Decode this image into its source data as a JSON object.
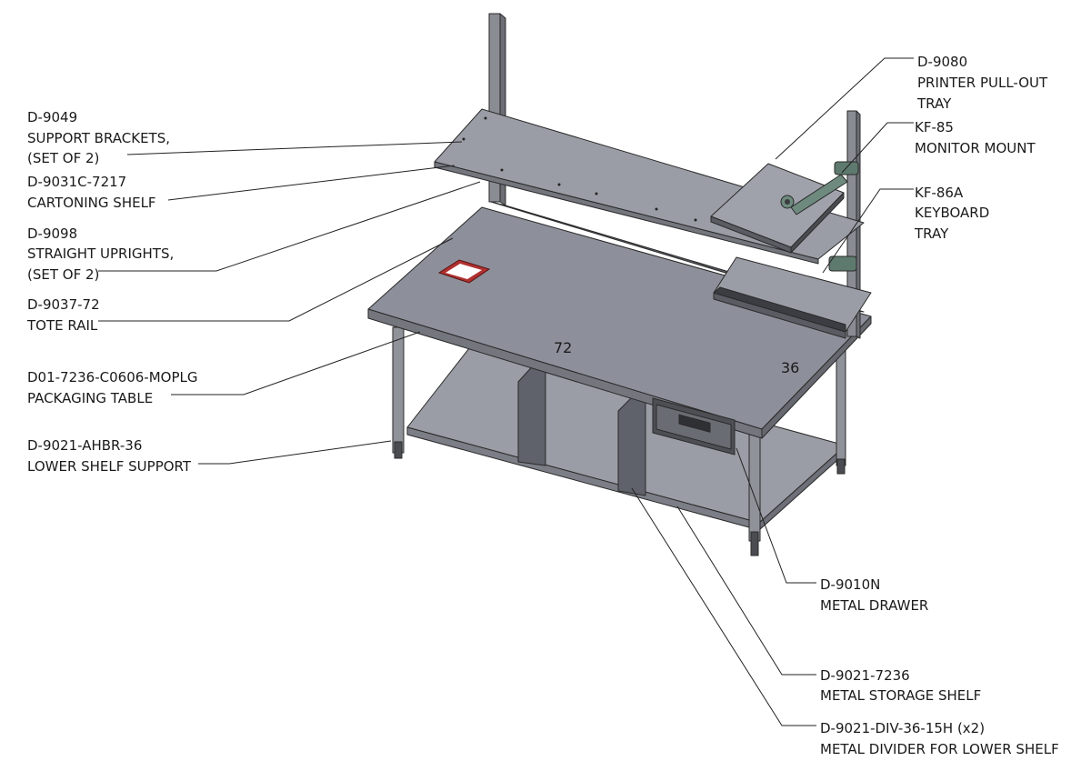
{
  "callouts": [
    {
      "part": "D-9049",
      "lines": [
        "SUPPORT BRACKETS,",
        "(SET OF 2)"
      ]
    },
    {
      "part": "D-9031C-7217",
      "lines": [
        "CARTONING SHELF"
      ]
    },
    {
      "part": "D-9098",
      "lines": [
        "STRAIGHT UPRIGHTS,",
        "(SET OF 2)"
      ]
    },
    {
      "part": "D-9037-72",
      "lines": [
        "TOTE RAIL"
      ]
    },
    {
      "part": "D01-7236-C0606-MOPLG",
      "lines": [
        "PACKAGING TABLE"
      ]
    },
    {
      "part": "D-9021-AHBR-36",
      "lines": [
        "LOWER SHELF SUPPORT"
      ]
    },
    {
      "part": "D-9080",
      "lines": [
        "PRINTER PULL-OUT",
        "TRAY"
      ]
    },
    {
      "part": "KF-85",
      "lines": [
        "MONITOR MOUNT"
      ]
    },
    {
      "part": "KF-86A",
      "lines": [
        "KEYBOARD",
        "TRAY"
      ]
    },
    {
      "part": "D-9010N",
      "lines": [
        "METAL DRAWER"
      ]
    },
    {
      "part": "D-9021-7236",
      "lines": [
        "METAL STORAGE SHELF"
      ]
    },
    {
      "part": "D-9021-DIV-36-15H (x2)",
      "lines": [
        "METAL DIVIDER FOR LOWER SHELF"
      ]
    }
  ],
  "dimensions": {
    "length": "72",
    "depth": "36"
  },
  "colors": {
    "top": "#8d909a",
    "side": "#74767e",
    "shelf": "#9a9da5",
    "dark": "#555860",
    "drawer": "#4d4f55",
    "mount": "#6e8a7e",
    "cutout": "#b03030"
  }
}
